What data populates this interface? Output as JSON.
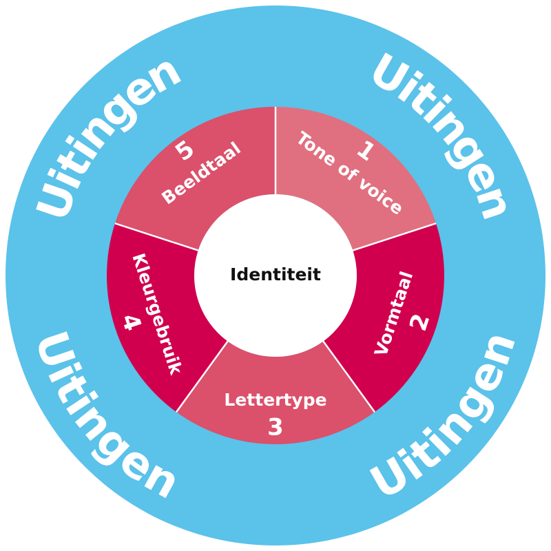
{
  "diagram": {
    "center_label": "Identiteit",
    "outer_label": "Uitingen",
    "colors": {
      "outer_ring": "#5bc2ea",
      "center": "#ffffff",
      "center_text": "#111111",
      "segment_text": "#ffffff",
      "divider": "#ffffff"
    },
    "segments": [
      {
        "number": "1",
        "label": "Tone of voice",
        "color": "#e0707f"
      },
      {
        "number": "2",
        "label": "Vormtaal",
        "color": "#d1004e"
      },
      {
        "number": "3",
        "label": "Lettertype",
        "color": "#db506b"
      },
      {
        "number": "4",
        "label": "Kleurgebruik",
        "color": "#d1004e"
      },
      {
        "number": "5",
        "label": "Beeldtaal",
        "color": "#db506b"
      }
    ]
  }
}
